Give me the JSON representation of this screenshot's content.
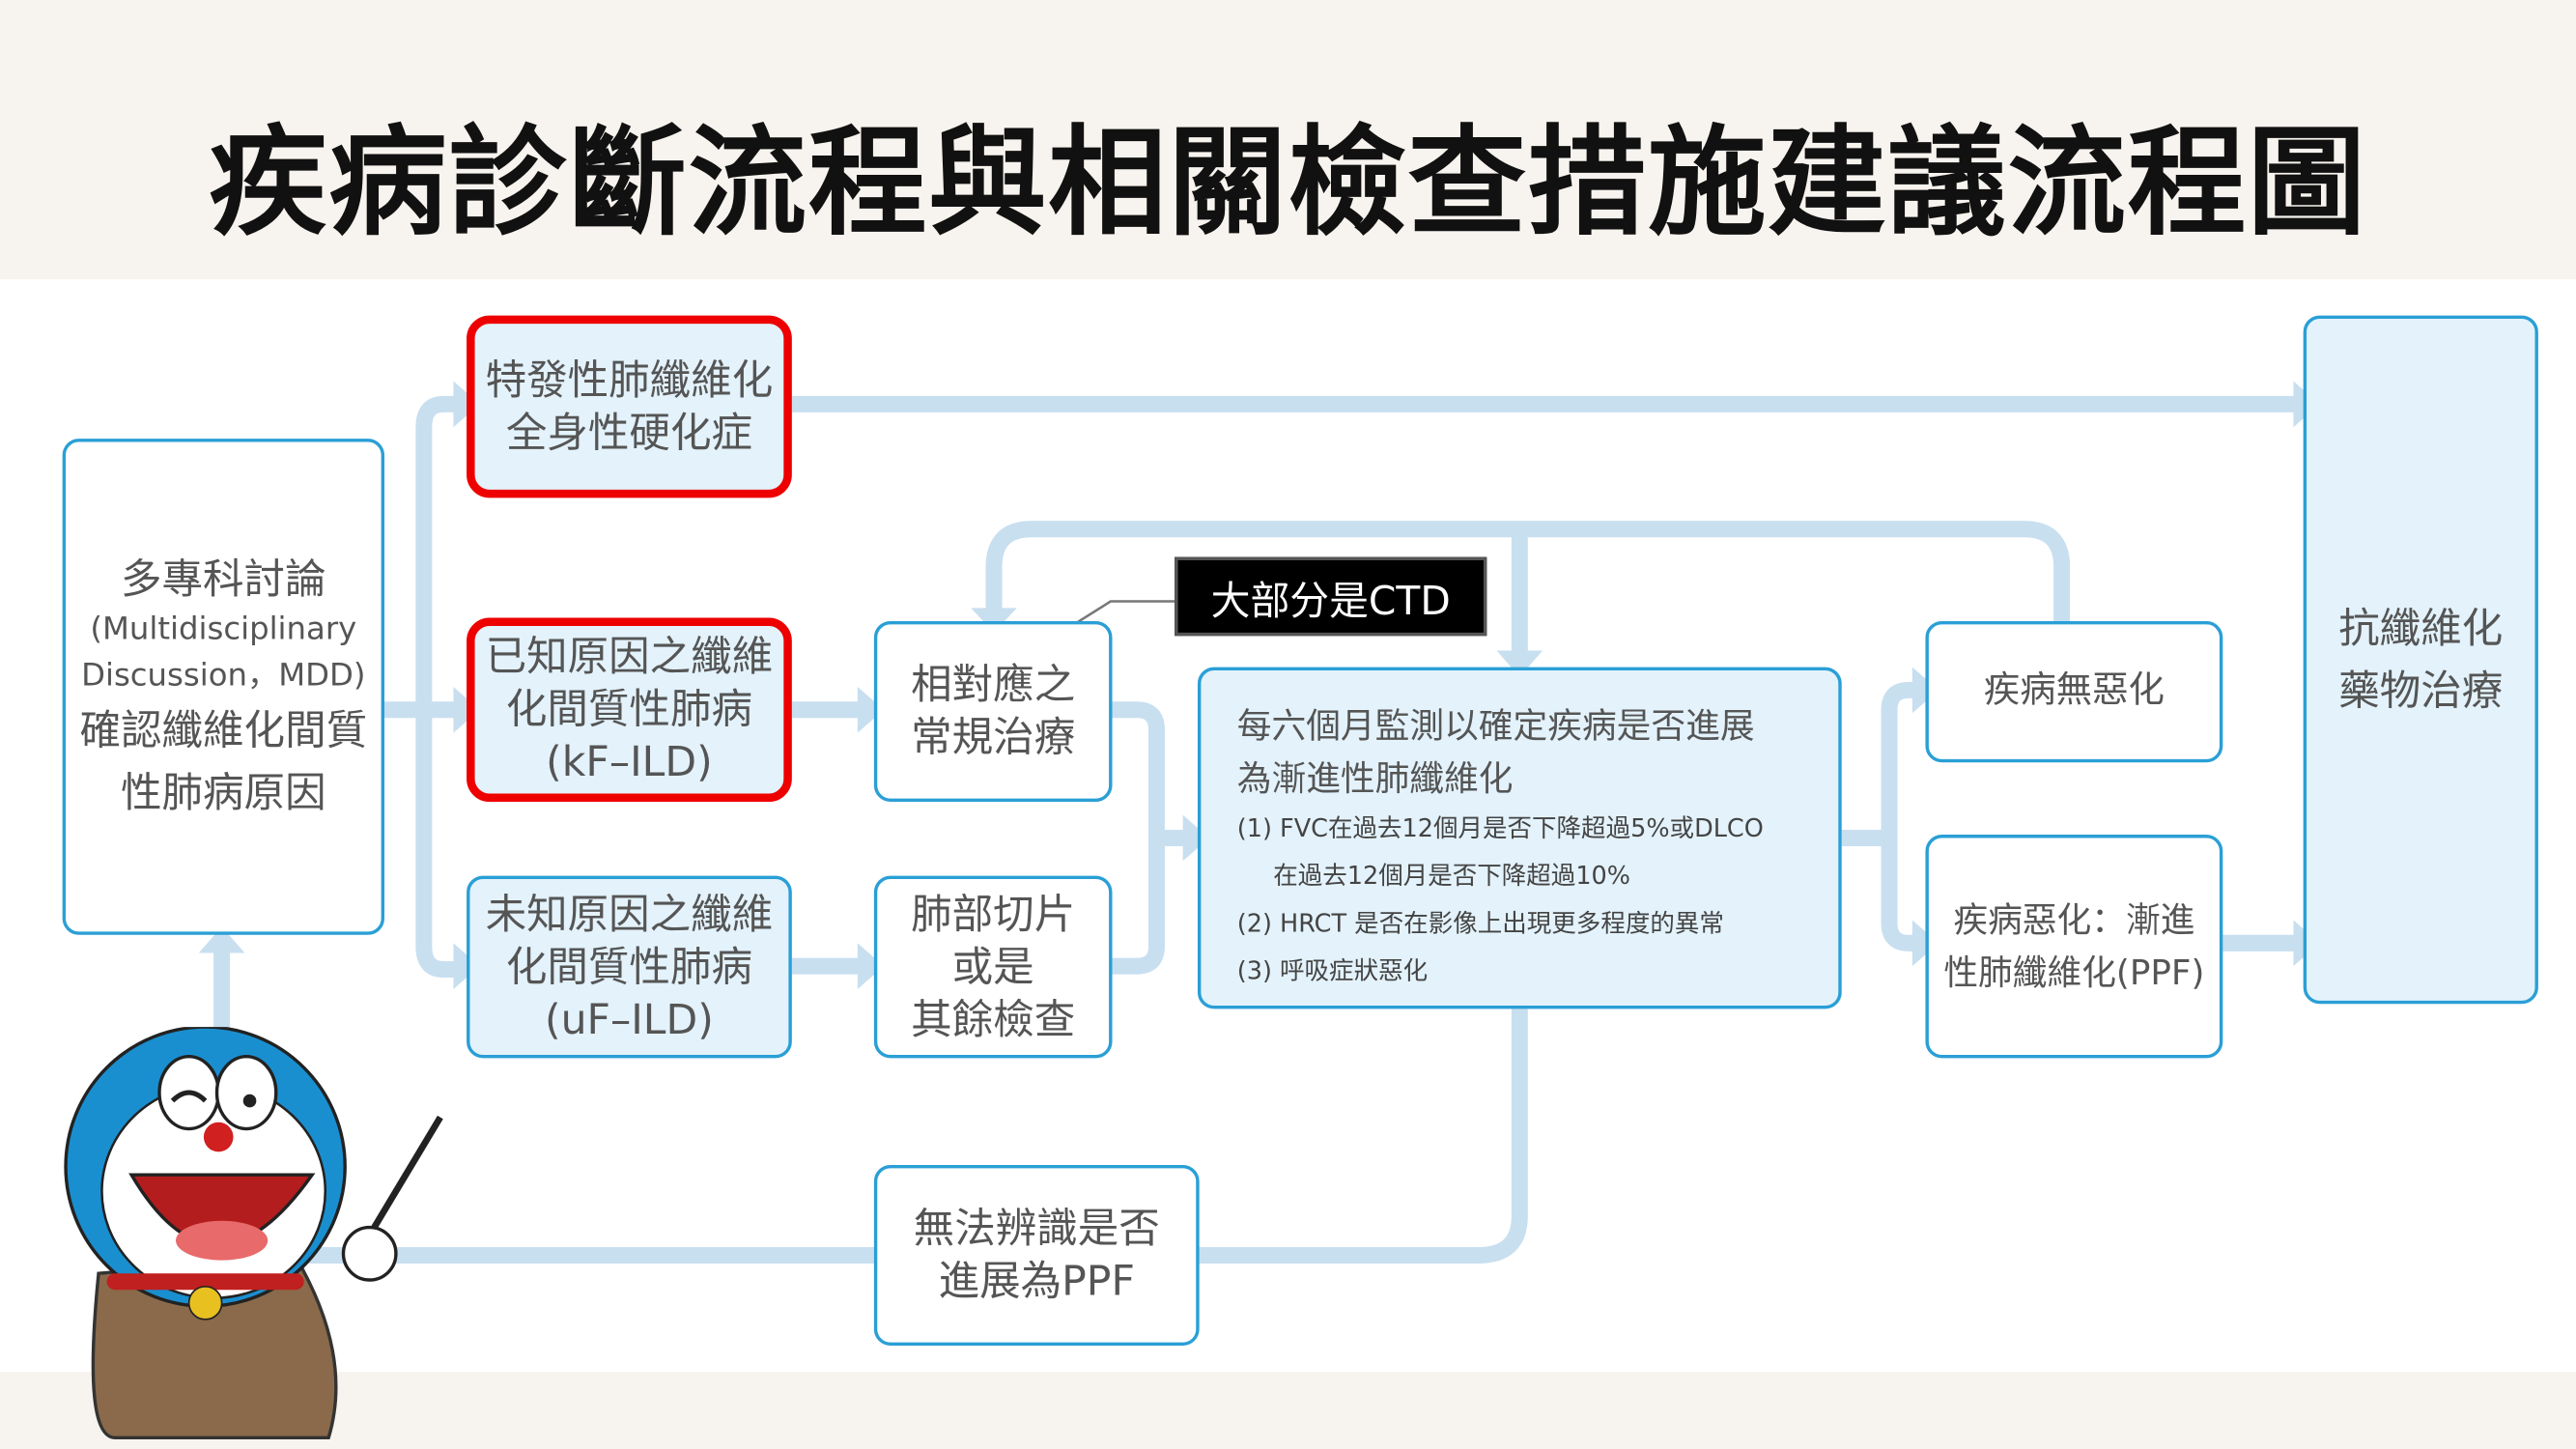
{
  "title": "疾病診斷流程與相關檢查措施建議流程圖",
  "mdd": {
    "line1": "多專科討論",
    "line2": "(Multidisciplinary",
    "line3": "Discussion，MDD)",
    "line4": "確認纖維化間質",
    "line5": "性肺病原因"
  },
  "ipf": {
    "line1": "特發性肺纖維化",
    "line2": "全身性硬化症"
  },
  "kf": {
    "line1": "已知原因之纖維",
    "line2": "化間質性肺病",
    "line3": "(kF–ILD)"
  },
  "uf": {
    "line1": "未知原因之纖維",
    "line2": "化間質性肺病",
    "line3": "(uF–ILD)"
  },
  "routine": {
    "line1": "相對應之",
    "line2": "常規治療"
  },
  "biopsy": {
    "line1": "肺部切片",
    "line2": "或是",
    "line3": "其餘檢查"
  },
  "ctd_label": "大部分是CTD",
  "monitor": {
    "h1": "每六個月監測以確定疾病是否進展",
    "h2": "為漸進性肺纖維化",
    "c1a": "(1) FVC在過去12個月是否下降超過5%或DLCO",
    "c1b": "在過去12個月是否下降超過10%",
    "c2": "(2) HRCT 是否在影像上出現更多程度的異常",
    "c3": "(3) 呼吸症狀惡化"
  },
  "unknown": {
    "line1": "無法辨識是否",
    "line2": "進展為PPF"
  },
  "stable": "疾病無惡化",
  "ppf": {
    "line1": "疾病惡化：漸進",
    "line2": "性肺纖維化(PPF)"
  },
  "antifib": {
    "line1": "抗纖維化",
    "line2": "藥物治療"
  },
  "colors": {
    "border": "#2a9fd6",
    "fill": "#e3f2fb",
    "connector": "#c8dff0",
    "highlight": "#ee0000"
  }
}
